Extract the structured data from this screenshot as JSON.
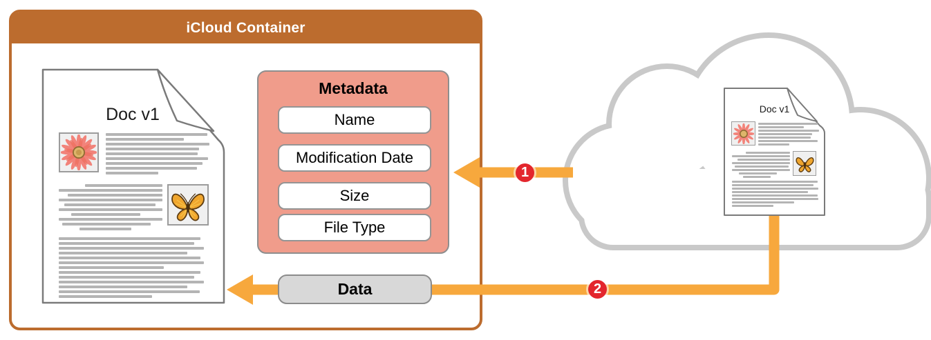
{
  "container": {
    "title": "iCloud Container"
  },
  "left_document": {
    "title": "Doc v1"
  },
  "metadata": {
    "title": "Metadata",
    "fields": [
      "Name",
      "Modification Date",
      "Size",
      "File Type"
    ]
  },
  "transfer": {
    "data_label": "Data"
  },
  "steps": [
    "1",
    "2"
  ],
  "cloud_document": {
    "title": "Doc v1"
  },
  "icons": {
    "cloud": "cloud-shape",
    "flower": "flower-image",
    "butterfly": "butterfly-image",
    "page_curl": "folded-page-corner",
    "arrow": "orange-left-arrow"
  },
  "colors": {
    "container_brown": "#BC6C2E",
    "metadata_salmon": "#F09C8B",
    "arrow_orange": "#F7A83D",
    "badge_red": "#E3262D",
    "cloud_gray": "#C9C9C9",
    "pill_gray": "#D8D8D8",
    "text_line_gray": "#B4B4B4"
  }
}
